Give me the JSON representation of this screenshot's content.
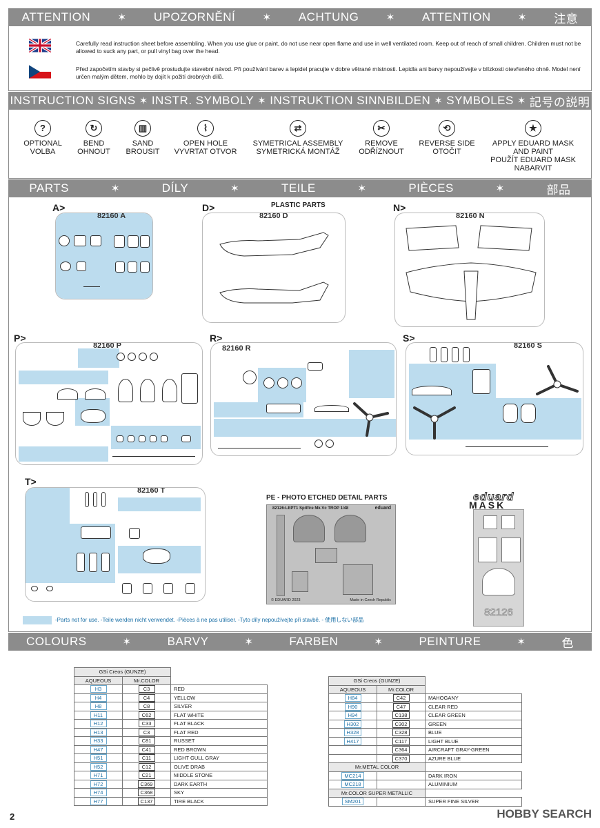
{
  "attention": {
    "headers": [
      "ATTENTION",
      "UPOZORNĚNÍ",
      "ACHTUNG",
      "ATTENTION",
      "注意"
    ],
    "star": "✶",
    "english": "Carefully read instruction sheet before assembling. When you use glue or paint, do not use near open flame and use in well ventilated room. Keep out of reach of small children. Children must not be allowed to suck any part, or pull vinyl bag over the head.",
    "czech": "Před započetím stavby si pečlivě prostudujte stavební návod. Při používání barev a lepidel pracujte v dobre větrané místnosti. Lepidla ani barvy nepoužívejte v blízkosti otevřeného ohně. Model není určen malým dětem, mohlo by dojít k požití drobných dílů."
  },
  "signs": {
    "headers": [
      "INSTRUCTION SIGNS",
      "INSTR. SYMBOLY",
      "INSTRUKTION  SINNBILDEN",
      "SYMBOLES",
      "記号の説明"
    ],
    "items": [
      {
        "line1": "OPTIONAL",
        "line2": "VOLBA",
        "line3": "",
        "line4": "",
        "glyph": "?"
      },
      {
        "line1": "BEND",
        "line2": "OHNOUT",
        "line3": "",
        "line4": "",
        "glyph": "↻"
      },
      {
        "line1": "SAND",
        "line2": "BROUSIT",
        "line3": "",
        "line4": "",
        "glyph": "▥"
      },
      {
        "line1": "OPEN HOLE",
        "line2": "VYVRTAT OTVOR",
        "line3": "",
        "line4": "",
        "glyph": "⌇"
      },
      {
        "line1": "SYMETRICAL ASSEMBLY",
        "line2": "SYMETRICKÁ MONTÁŽ",
        "line3": "",
        "line4": "",
        "glyph": "⇄"
      },
      {
        "line1": "REMOVE",
        "line2": "ODŘÍZNOUT",
        "line3": "",
        "line4": "",
        "glyph": "✂"
      },
      {
        "line1": "REVERSE SIDE",
        "line2": "OTOČIT",
        "line3": "",
        "line4": "",
        "glyph": "⟲"
      },
      {
        "line1": "APPLY EDUARD MASK",
        "line2": "AND PAINT",
        "line3": "POUŽÍT EDUARD MASK",
        "line4": "NABARVIT",
        "glyph": "★"
      }
    ]
  },
  "parts": {
    "headers": [
      "PARTS",
      "DÍLY",
      "TEILE",
      "PIÈCES",
      "部品"
    ],
    "sprues": [
      {
        "label": "A>",
        "code": "82160 A"
      },
      {
        "label": "D>",
        "code": "82160 D"
      },
      {
        "label": "N>",
        "code": "82160 N"
      },
      {
        "label": "P>",
        "code": "82160 P"
      },
      {
        "label": "R>",
        "code": "82160 R"
      },
      {
        "label": "S>",
        "code": "82160 S"
      },
      {
        "label": "T>",
        "code": "82160 T"
      }
    ],
    "plastic_title": "PLASTIC PARTS",
    "pe_title": "PE - PHOTO ETCHED DETAIL PARTS",
    "pe_code": "82126-LEPT1  Spitfire Mk.Vc TROP   1/48",
    "pe_brand": "eduard",
    "pe_copyright": "© EDUARD 2023",
    "pe_made": "Made in Czech Republic",
    "mask_brand": "eduard",
    "mask_title": "MASK",
    "mask_code": "82126",
    "legend": "-Parts not for use. -Teile werden nicht verwendet. -Pièces à ne pas utiliser. -Tyto díly nepoužívejte při stavbě. -   使用しない部品"
  },
  "colours": {
    "headers": [
      "COLOURS",
      "BARVY",
      "FARBEN",
      "PEINTURE",
      "色"
    ],
    "brand": "GSi Creos (GUNZE)",
    "col_aqueous": "AQUEOUS",
    "col_mr": "Mr.COLOR",
    "left": [
      {
        "a": "H3",
        "m": "C3",
        "n": "RED"
      },
      {
        "a": "H4",
        "m": "C4",
        "n": "YELLOW"
      },
      {
        "a": "H8",
        "m": "C8",
        "n": "SILVER"
      },
      {
        "a": "H11",
        "m": "C62",
        "n": "FLAT WHITE"
      },
      {
        "a": "H12",
        "m": "C33",
        "n": "FLAT BLACK"
      },
      {
        "a": "H13",
        "m": "C3",
        "n": "FLAT RED"
      },
      {
        "a": "H33",
        "m": "C81",
        "n": "RUSSET"
      },
      {
        "a": "H47",
        "m": "C41",
        "n": "RED BROWN"
      },
      {
        "a": "H51",
        "m": "C11",
        "n": "LIGHT GULL GRAY"
      },
      {
        "a": "H52",
        "m": "C12",
        "n": "OLIVE DRAB"
      },
      {
        "a": "H71",
        "m": "C21",
        "n": "MIDDLE STONE"
      },
      {
        "a": "H72",
        "m": "C369",
        "n": "DARK EARTH"
      },
      {
        "a": "H74",
        "m": "C368",
        "n": "SKY"
      },
      {
        "a": "H77",
        "m": "C137",
        "n": "TIRE BLACK"
      }
    ],
    "right": [
      {
        "a": "H84",
        "m": "C42",
        "n": "MAHOGANY"
      },
      {
        "a": "H90",
        "m": "C47",
        "n": "CLEAR RED"
      },
      {
        "a": "H94",
        "m": "C138",
        "n": "CLEAR GREEN"
      },
      {
        "a": "H302",
        "m": "C302",
        "n": "GREEN"
      },
      {
        "a": "H328",
        "m": "C328",
        "n": "BLUE"
      },
      {
        "a": "H417",
        "m": "C117",
        "n": "LIGHT BLUE"
      },
      {
        "a": "",
        "m": "C364",
        "n": "AIRCRAFT GRAY-GREEN"
      },
      {
        "a": "",
        "m": "C370",
        "n": "AZURE BLUE"
      }
    ],
    "metal_head": "Mr.METAL COLOR",
    "metal": [
      {
        "a": "MC214",
        "n": "DARK IRON"
      },
      {
        "a": "MC218",
        "n": "ALUMINIUM"
      }
    ],
    "super_head": "Mr.COLOR SUPER METALLIC",
    "super": [
      {
        "a": "SM201",
        "n": "SUPER FINE SILVER"
      }
    ]
  },
  "page_number": "2",
  "watermark": "HOBBY SEARCH"
}
